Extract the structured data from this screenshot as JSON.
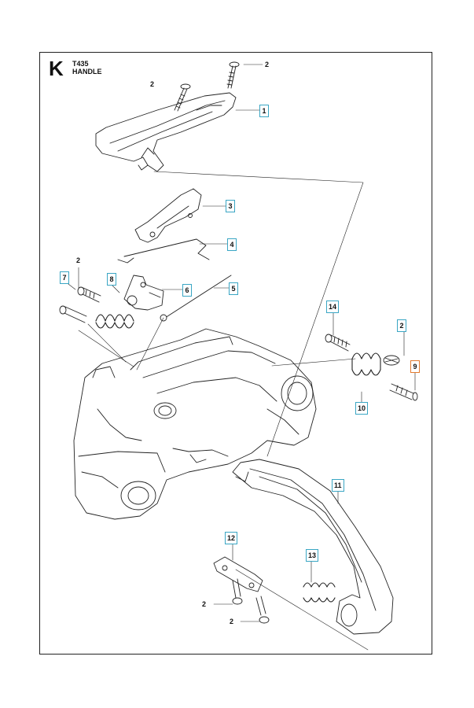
{
  "section": {
    "letter": "K",
    "model": "T435",
    "name": "HANDLE"
  },
  "callouts": [
    {
      "id": "c1",
      "label": "1",
      "style": "boxed"
    },
    {
      "id": "c2a",
      "label": "2",
      "style": "plain"
    },
    {
      "id": "c2b",
      "label": "2",
      "style": "plain"
    },
    {
      "id": "c3",
      "label": "3",
      "style": "boxed"
    },
    {
      "id": "c4",
      "label": "4",
      "style": "boxed"
    },
    {
      "id": "c5",
      "label": "5",
      "style": "boxed"
    },
    {
      "id": "c6",
      "label": "6",
      "style": "boxed"
    },
    {
      "id": "c7",
      "label": "7",
      "style": "boxed"
    },
    {
      "id": "c8",
      "label": "8",
      "style": "boxed"
    },
    {
      "id": "c2c",
      "label": "2",
      "style": "plain"
    },
    {
      "id": "c14",
      "label": "14",
      "style": "boxed"
    },
    {
      "id": "c2d",
      "label": "2",
      "style": "boxed"
    },
    {
      "id": "c9",
      "label": "9",
      "style": "highlight"
    },
    {
      "id": "c10",
      "label": "10",
      "style": "boxed"
    },
    {
      "id": "c11",
      "label": "11",
      "style": "boxed"
    },
    {
      "id": "c12",
      "label": "12",
      "style": "boxed"
    },
    {
      "id": "c13",
      "label": "13",
      "style": "boxed"
    },
    {
      "id": "c2e",
      "label": "2",
      "style": "plain"
    },
    {
      "id": "c2f",
      "label": "2",
      "style": "plain"
    }
  ],
  "colors": {
    "box_border": "#3aa6c4",
    "highlight_border": "#e27a2f",
    "line": "#222222"
  }
}
